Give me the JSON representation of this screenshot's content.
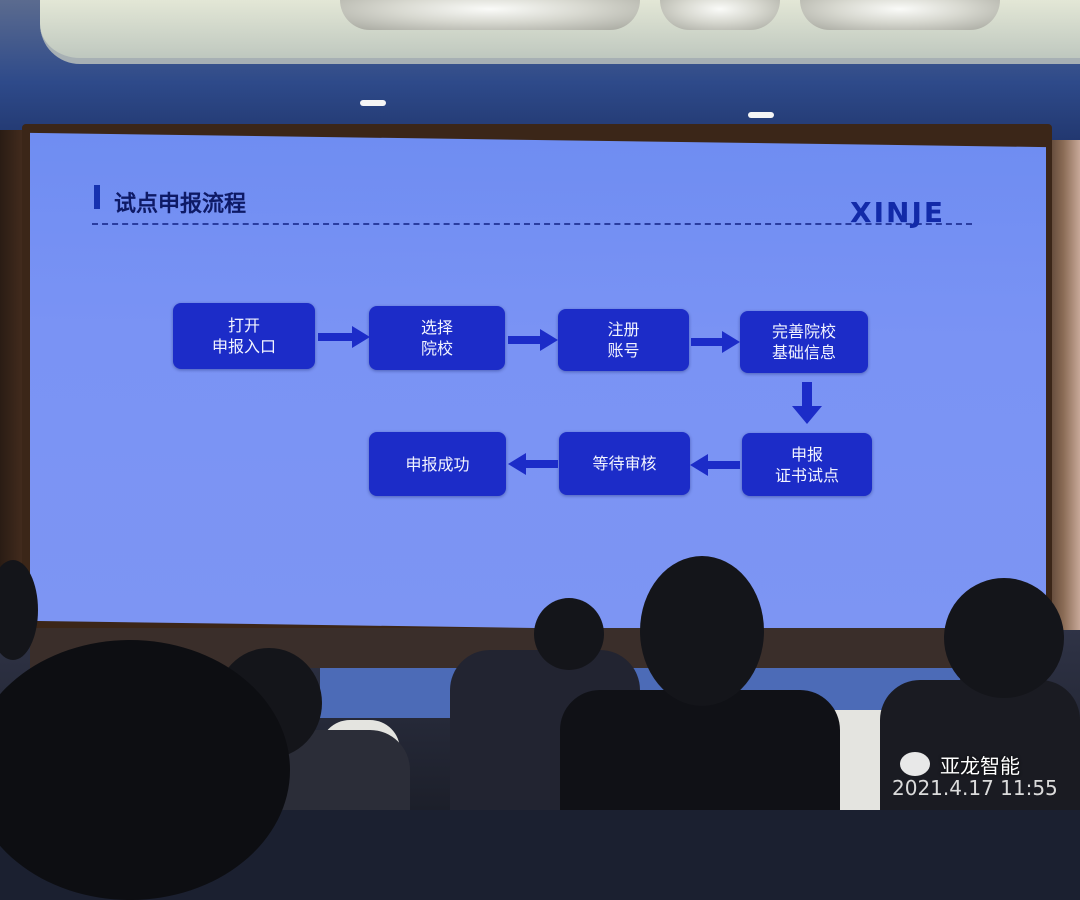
{
  "slide": {
    "title": "试点申报流程",
    "logo": "XINJE",
    "steps": [
      "打开\n申报入口",
      "选择\n院校",
      "注册\n账号",
      "完善院校\n基础信息",
      "申报\n证书试点",
      "等待审核",
      "申报成功"
    ]
  },
  "watermark": {
    "name": "亚龙智能",
    "date": "2021.4.17 11:55"
  },
  "colors": {
    "screen": "#7a93f4",
    "node": "#1c2cc8",
    "title": "#0e1a66"
  }
}
